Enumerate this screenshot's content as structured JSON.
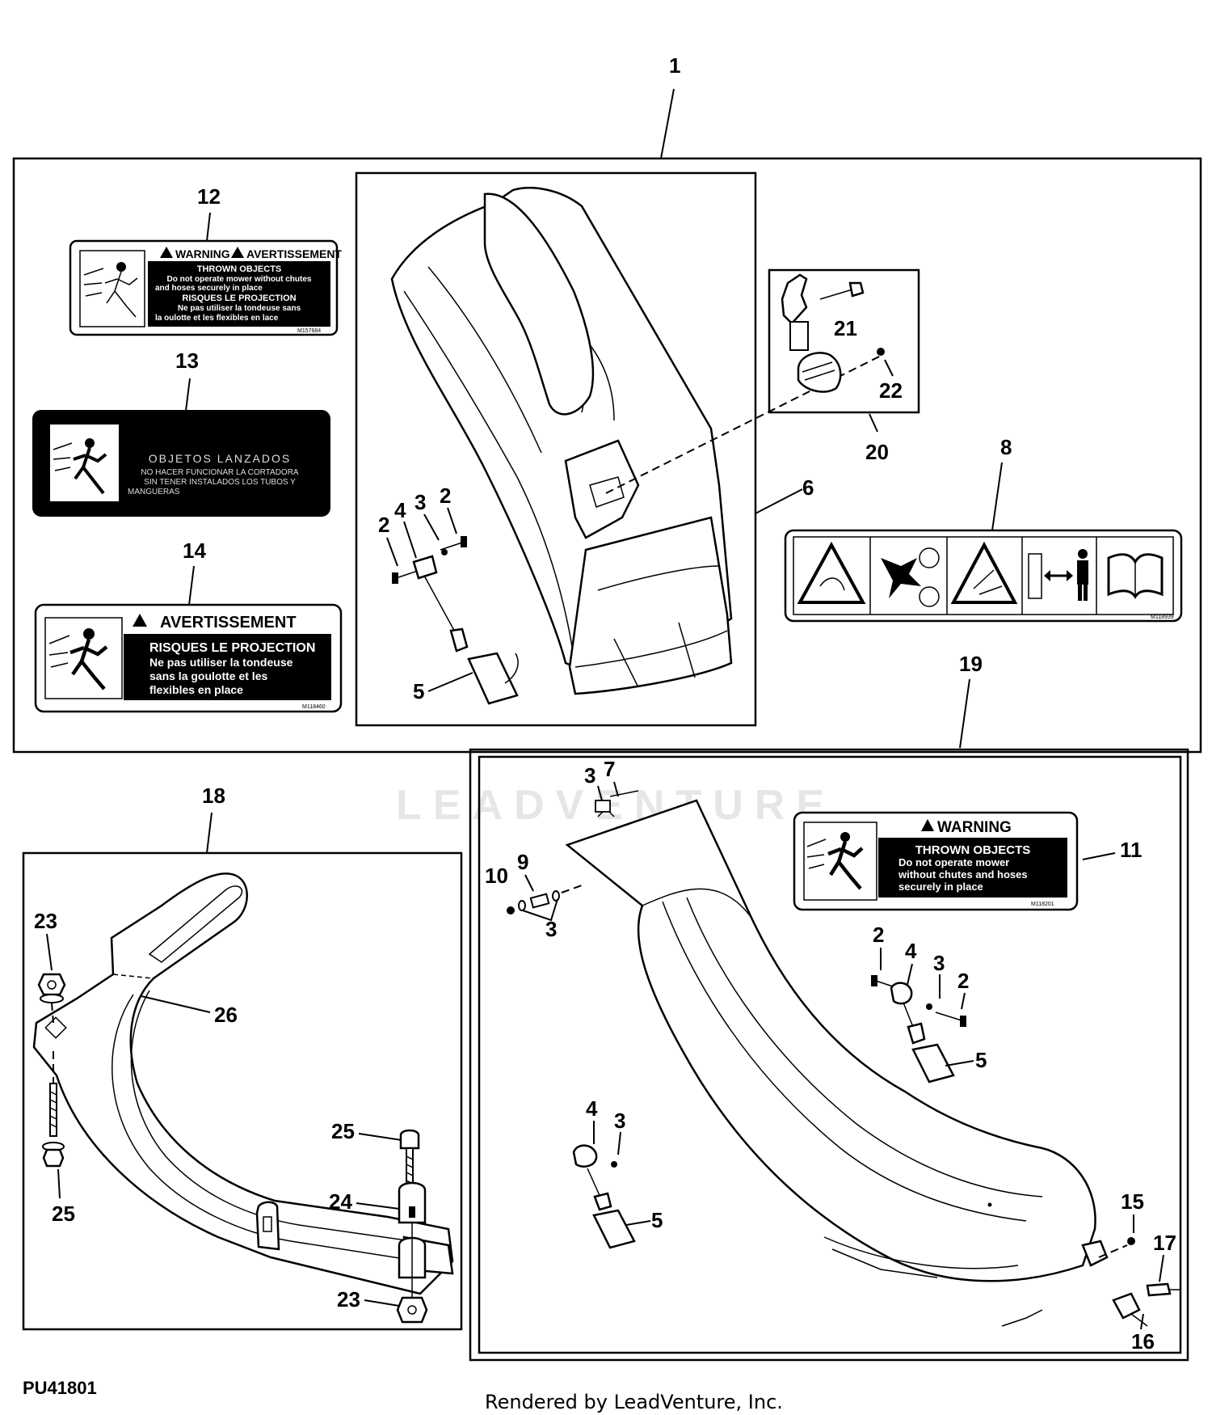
{
  "callouts": {
    "c1": "1",
    "c2a": "2",
    "c2b": "2",
    "c2c": "2",
    "c2d": "2",
    "c3a": "3",
    "c3b": "3",
    "c3c": "3",
    "c3d": "3",
    "c3e": "3",
    "c4a": "4",
    "c4b": "4",
    "c4c": "4",
    "c5a": "5",
    "c5b": "5",
    "c5c": "5",
    "c6": "6",
    "c7": "7",
    "c8": "8",
    "c9": "9",
    "c10": "10",
    "c11": "11",
    "c12": "12",
    "c13": "13",
    "c14": "14",
    "c15": "15",
    "c16": "16",
    "c17": "17",
    "c18": "18",
    "c19": "19",
    "c20": "20",
    "c21": "21",
    "c22": "22",
    "c23a": "23",
    "c23b": "23",
    "c24": "24",
    "c25a": "25",
    "c25b": "25",
    "c26": "26"
  },
  "decal12": {
    "header_warning": "WARNING",
    "header_avert": "AVERTISSEMENT",
    "title_en": "THROWN OBJECTS",
    "line1_en": "Do not operate mower without chutes",
    "line2_en": "and hoses securely in place",
    "title_fr": "RISQUES LE PROJECTION",
    "line1_fr": "Ne pas utiliser la tondeuse sans",
    "line2_fr": "la    oulotte et les flexibles en    lace",
    "code": "M157684"
  },
  "decal13": {
    "title": "OBJETOS LANZADOS",
    "line1": "NO HACER FUNCIONAR LA CORTADORA",
    "line2": "SIN TENER INSTALADOS LOS TUBOS Y",
    "line3": "MANGUERAS"
  },
  "decal14": {
    "header": "AVERTISSEMENT",
    "title": "RISQUES LE PROJECTION",
    "line1": "Ne pas utiliser la tondeuse",
    "line2": "sans la goulotte et les",
    "line3": "flexibles en place",
    "code": "M118460"
  },
  "decal11": {
    "header": "WARNING",
    "title": "THROWN OBJECTS",
    "line1": "Do not operate mower",
    "line2": "without chutes and hoses",
    "line3": "securely in place",
    "code": "M118201"
  },
  "decal8": {
    "code": "M118939"
  },
  "footer": {
    "code": "PU41801",
    "rendered_by": "Rendered by LeadVenture, Inc.",
    "watermark": "LEADVENTURE"
  }
}
